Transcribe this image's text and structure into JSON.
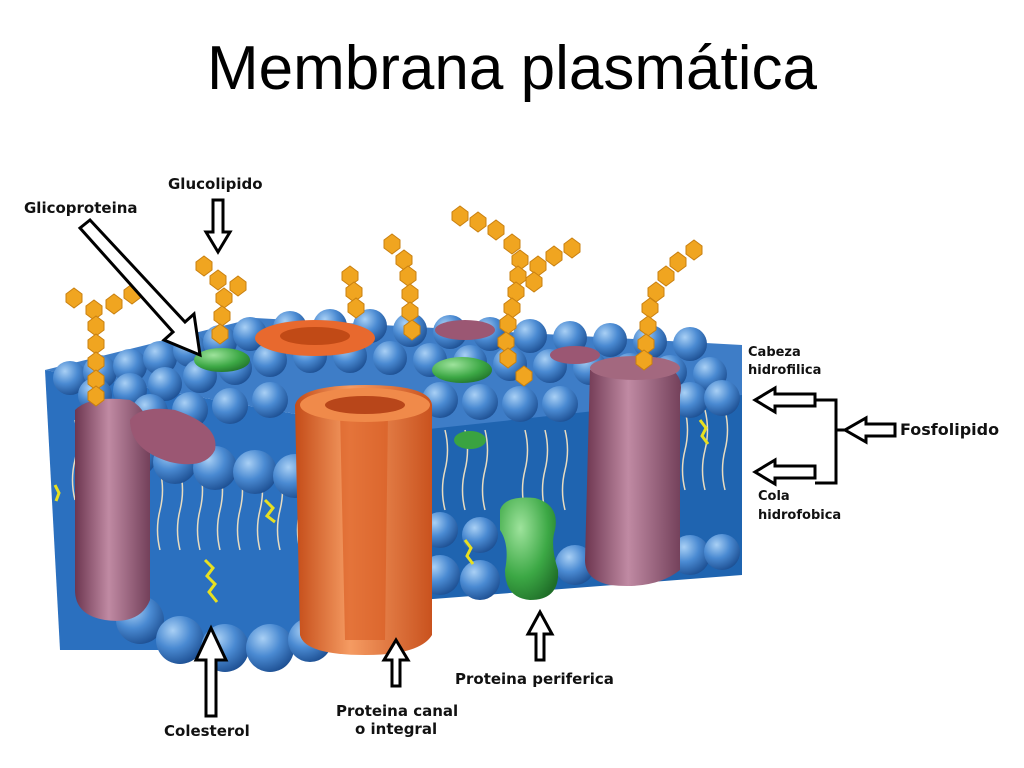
{
  "title": "Membrana plasmática",
  "labels": {
    "glucolipido": "Glucolipido",
    "glicoproteina": "Glicoproteina",
    "cabeza_line1": "Cabeza",
    "cabeza_line2": "hidrofilica",
    "fosfolipido": "Fosfolipido",
    "cola_line1": "Cola",
    "cola_line2": "hidrofobica",
    "proteina_periferica": "Proteina periferica",
    "proteina_canal_line1": "Proteina canal",
    "proteina_canal_line2": "o integral",
    "colesterol": "Colesterol"
  },
  "colors": {
    "phospholipid_head": "#3e7dc7",
    "membrane_side": "#1f64b0",
    "channel_protein": "#e8692e",
    "integral_protein": "#9b5773",
    "peripheral_protein": "#3aa341",
    "sugar_chain": "#f0a520",
    "cholesterol": "#e8e020"
  }
}
